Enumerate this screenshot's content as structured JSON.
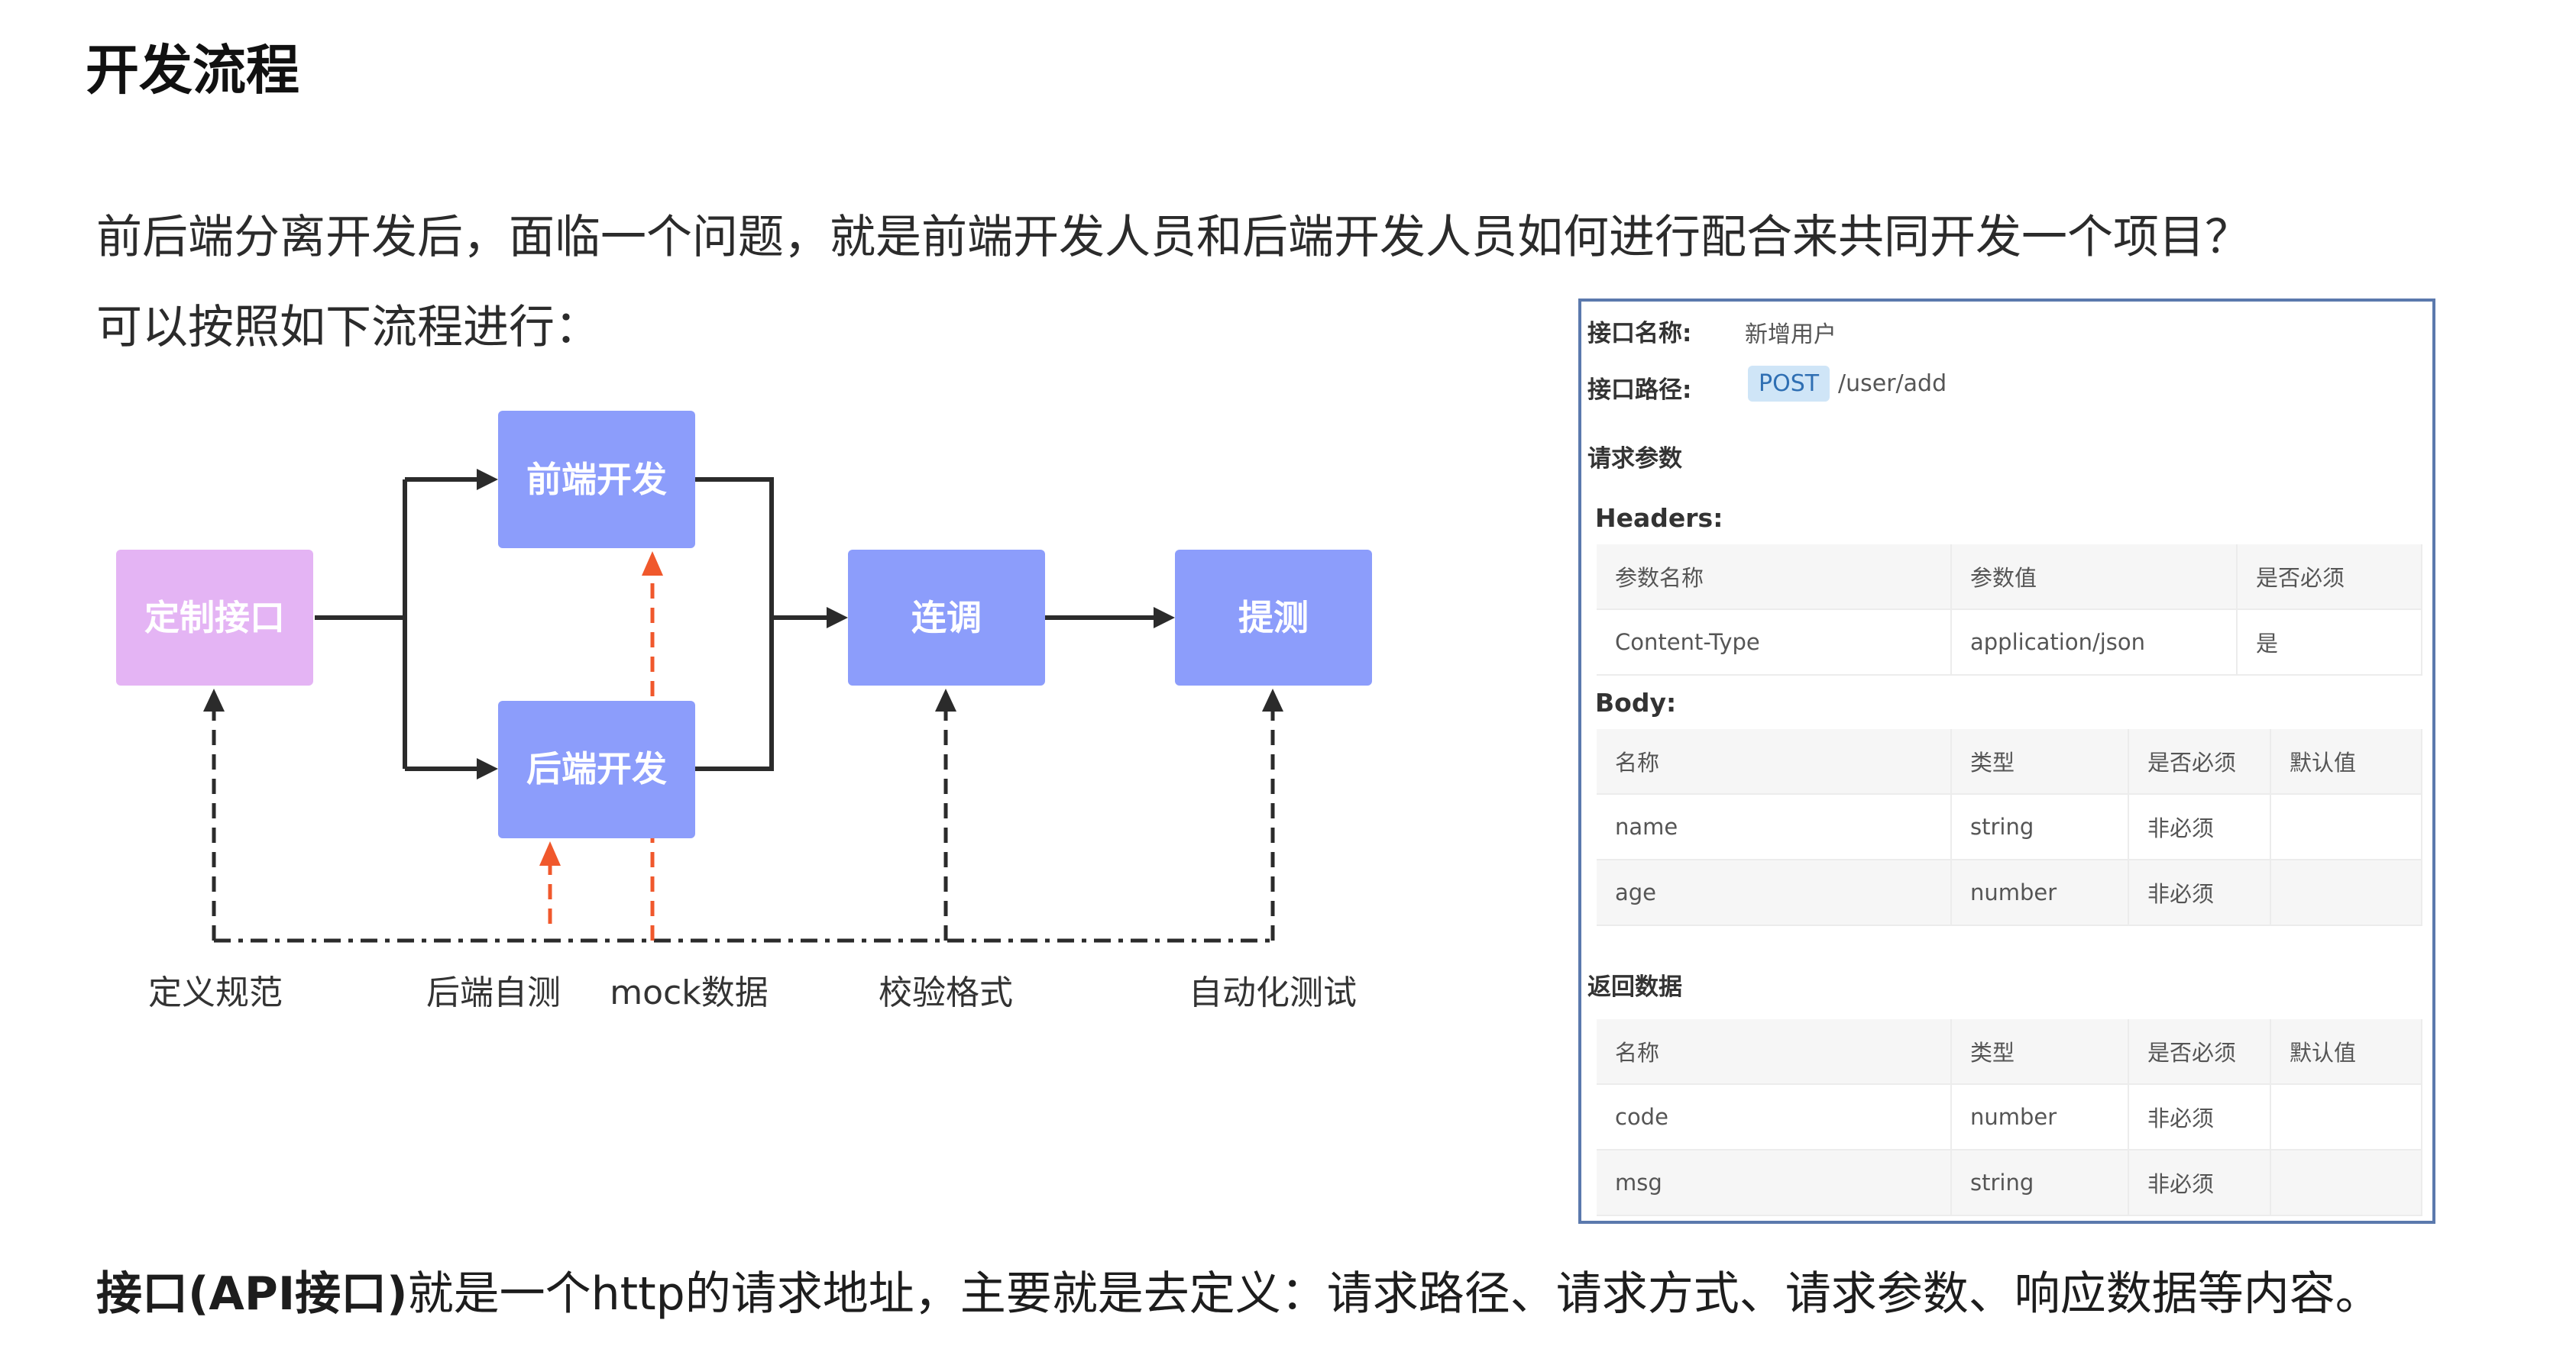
{
  "title": "开发流程",
  "intro": {
    "line1": "前后端分离开发后，面临一个问题，就是前端开发人员和后端开发人员如何进行配合来共同开发一个项目？",
    "line2": "可以按照如下流程进行："
  },
  "diagram": {
    "boxes": {
      "define": "定制接口",
      "frontend": "前端开发",
      "backend": "后端开发",
      "integrate": "连调",
      "test": "提测"
    },
    "labels": {
      "spec": "定义规范",
      "self_test": "后端自测",
      "mock": "mock数据",
      "validate": "校验格式",
      "auto_test": "自动化测试"
    },
    "colors": {
      "box_blue": "#8c9dfb",
      "box_pink": "#e4b4f4",
      "arrow_dark": "#2b2b2b",
      "arrow_red": "#f0582c"
    }
  },
  "api_doc": {
    "name_label": "接口名称:",
    "name_value": "新增用户",
    "path_label": "接口路径:",
    "method": "POST",
    "path": "/user/add",
    "request_params_title": "请求参数",
    "headers_title": "Headers:",
    "headers_table": {
      "columns": [
        "参数名称",
        "参数值",
        "是否必须"
      ],
      "rows": [
        [
          "Content-Type",
          "application/json",
          "是"
        ]
      ]
    },
    "body_title": "Body:",
    "body_table": {
      "columns": [
        "名称",
        "类型",
        "是否必须",
        "默认值"
      ],
      "rows": [
        [
          "name",
          "string",
          "非必须",
          ""
        ],
        [
          "age",
          "number",
          "非必须",
          ""
        ]
      ]
    },
    "response_title": "返回数据",
    "response_table": {
      "columns": [
        "名称",
        "类型",
        "是否必须",
        "默认值"
      ],
      "rows": [
        [
          "code",
          "number",
          "非必须",
          ""
        ],
        [
          "msg",
          "string",
          "非必须",
          ""
        ]
      ]
    }
  },
  "footer": {
    "bold": "接口(API接口)",
    "rest": "就是一个http的请求地址，主要就是去定义：请求路径、请求方式、请求参数、响应数据等内容。"
  }
}
